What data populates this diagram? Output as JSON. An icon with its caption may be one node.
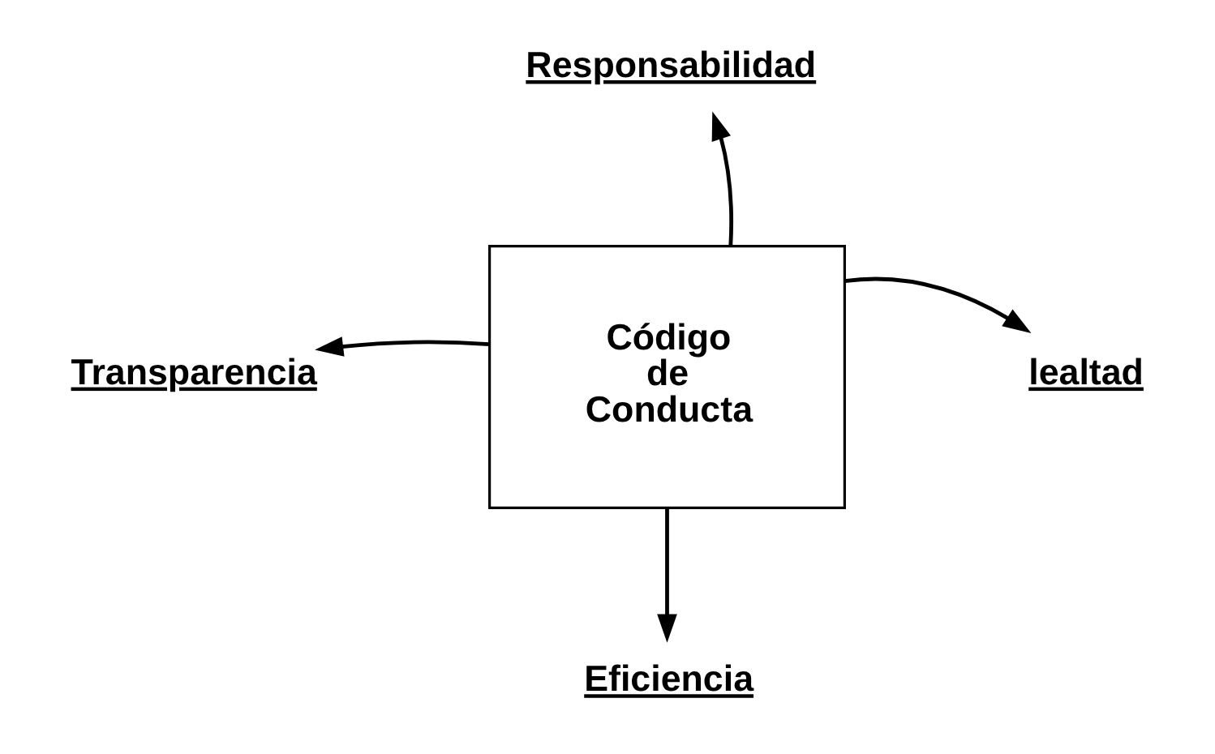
{
  "diagram": {
    "nodes": [
      {
        "text": [
          "Código de Conducta"
        ]
      },
      {
        "text": [
          "Responsabilidad"
        ]
      },
      {
        "text": [
          "Transparencia"
        ]
      },
      {
        "text": [
          "lealtad"
        ]
      },
      {
        "text": [
          "Eficiencia"
        ]
      }
    ],
    "edges": [
      {
        "from": 0,
        "to": 1,
        "arrow": "to"
      },
      {
        "from": 0,
        "to": 2,
        "arrow": "to"
      },
      {
        "from": 0,
        "to": 3,
        "arrow": "to"
      },
      {
        "from": 0,
        "to": 4,
        "arrow": "to"
      }
    ]
  }
}
